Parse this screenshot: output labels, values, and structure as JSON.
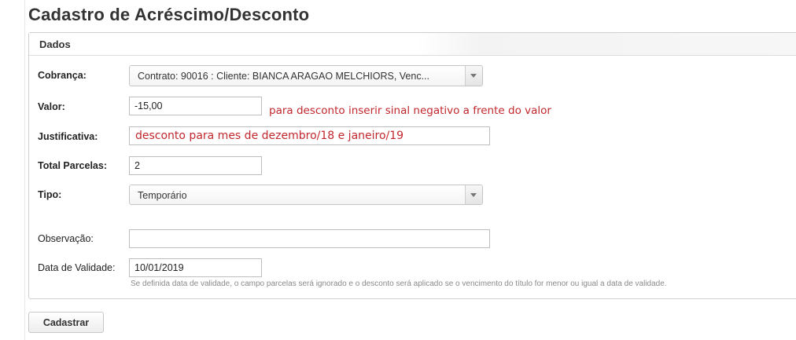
{
  "page": {
    "title": "Cadastro de Acréscimo/Desconto"
  },
  "panel": {
    "header": "Dados"
  },
  "form": {
    "cobranca": {
      "label": "Cobrança:",
      "value": "Contrato: 90016 : Cliente: BIANCA ARAGAO MELCHIORS, Venc..."
    },
    "valor": {
      "label": "Valor:",
      "value": "-15,00",
      "note": "para desconto inserir sinal negativo a frente do valor"
    },
    "justificativa": {
      "label": "Justificativa:",
      "value": "desconto para mes de dezembro/18 e janeiro/19"
    },
    "total_parcelas": {
      "label": "Total Parcelas:",
      "value": "2"
    },
    "tipo": {
      "label": "Tipo:",
      "value": "Temporário"
    },
    "observacao": {
      "label": "Observação:",
      "value": ""
    },
    "data_validade": {
      "label": "Data de Validade:",
      "value": "10/01/2019",
      "help": "Se definida data de validade, o campo parcelas será ignorado e o desconto será aplicado se o vencimento do título for menor ou igual a data de validade."
    }
  },
  "actions": {
    "submit_label": "Cadastrar"
  },
  "colors": {
    "note_red": "#c1272d",
    "border": "#cfcfcf"
  }
}
